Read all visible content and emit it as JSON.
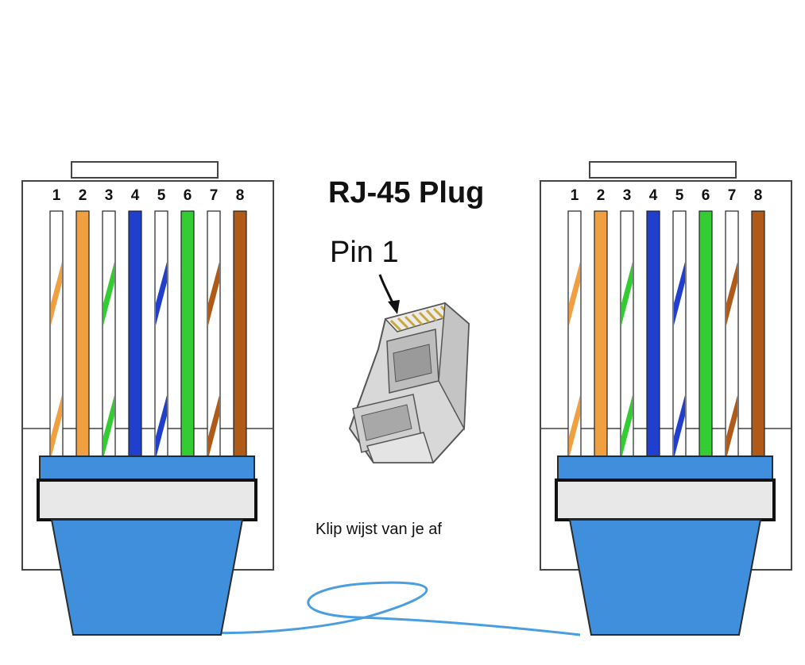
{
  "title": "RJ-45 Plug",
  "pin_label": "Pin 1",
  "note": "Klip wijst van je af",
  "colors": {
    "jacket": "#3f8fdc",
    "band": "#e8e8e8",
    "frame": "#444444",
    "cable": "#4a9ee0"
  },
  "plugs": [
    {
      "name": "left",
      "wires": [
        {
          "pin": "1",
          "base": "#ffffff",
          "stripe": "#f0a040"
        },
        {
          "pin": "2",
          "base": "#f0a040",
          "stripe": ""
        },
        {
          "pin": "3",
          "base": "#ffffff",
          "stripe": "#33cc33"
        },
        {
          "pin": "4",
          "base": "#1f3fcc",
          "stripe": ""
        },
        {
          "pin": "5",
          "base": "#ffffff",
          "stripe": "#1f3fcc"
        },
        {
          "pin": "6",
          "base": "#33cc33",
          "stripe": ""
        },
        {
          "pin": "7",
          "base": "#ffffff",
          "stripe": "#b05a1a"
        },
        {
          "pin": "8",
          "base": "#b05a1a",
          "stripe": ""
        }
      ]
    },
    {
      "name": "right",
      "wires": [
        {
          "pin": "1",
          "base": "#ffffff",
          "stripe": "#f0a040"
        },
        {
          "pin": "2",
          "base": "#f0a040",
          "stripe": ""
        },
        {
          "pin": "3",
          "base": "#ffffff",
          "stripe": "#33cc33"
        },
        {
          "pin": "4",
          "base": "#1f3fcc",
          "stripe": ""
        },
        {
          "pin": "5",
          "base": "#ffffff",
          "stripe": "#1f3fcc"
        },
        {
          "pin": "6",
          "base": "#33cc33",
          "stripe": ""
        },
        {
          "pin": "7",
          "base": "#ffffff",
          "stripe": "#b05a1a"
        },
        {
          "pin": "8",
          "base": "#b05a1a",
          "stripe": ""
        }
      ]
    }
  ]
}
